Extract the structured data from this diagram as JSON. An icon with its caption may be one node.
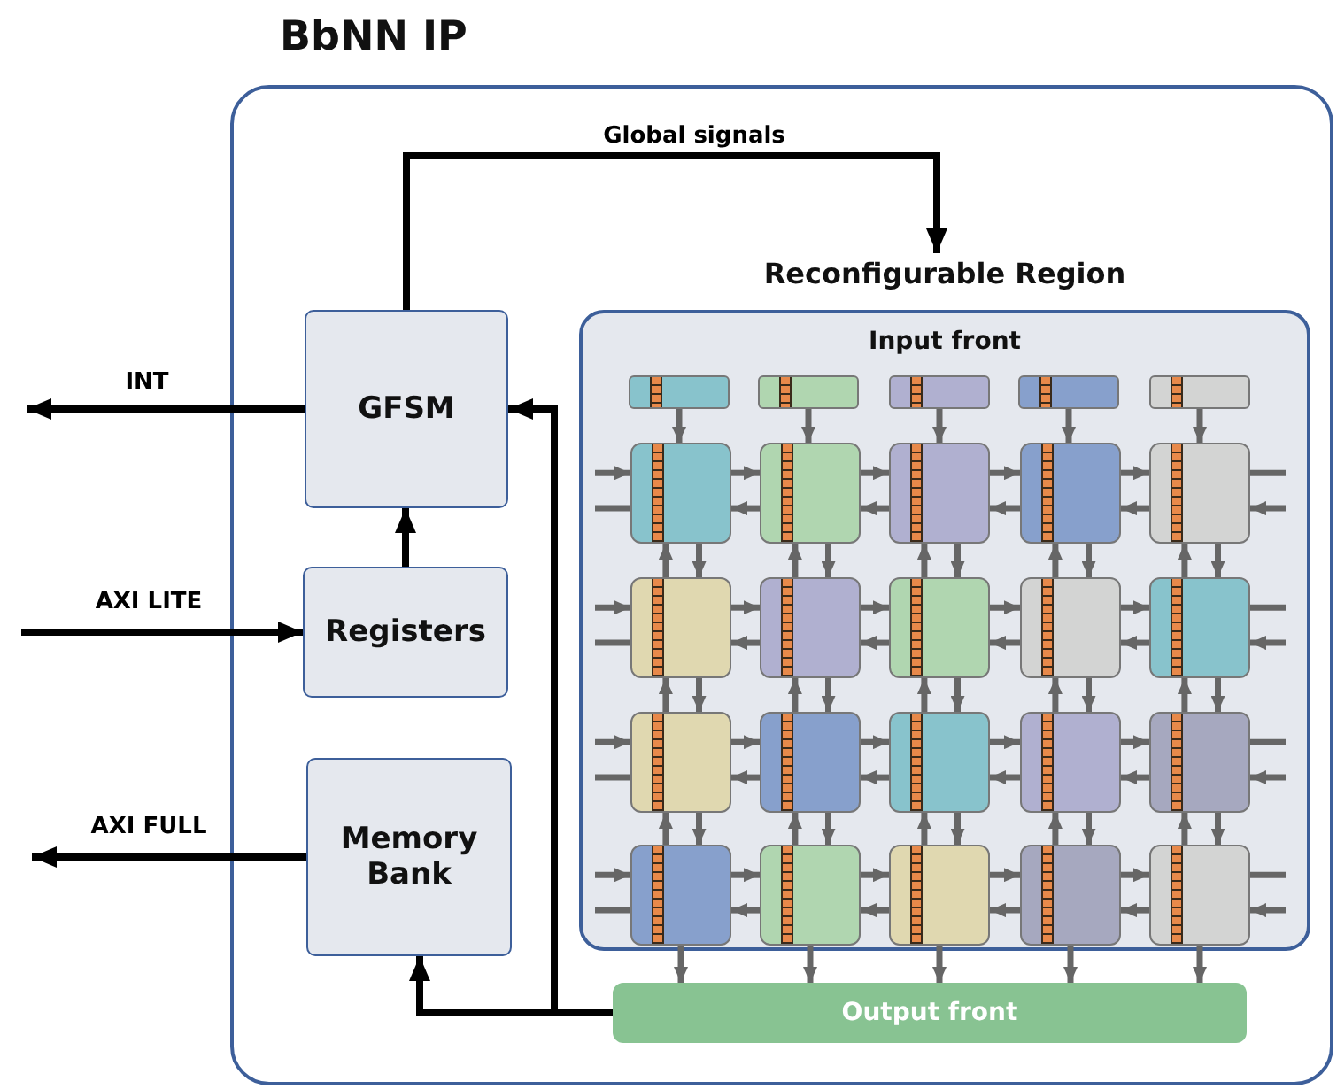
{
  "diagram": {
    "nodes": [
      {
        "text": [
          "BbNN IP"
        ]
      },
      {
        "text": [
          "GFSM"
        ],
        "in": 0
      },
      {
        "text": [
          "Registers"
        ],
        "in": 0
      },
      {
        "text": [
          "Memory Bank"
        ],
        "in": 0
      },
      {
        "text": [
          "Reconfigurable Region"
        ],
        "in": 0
      },
      {
        "text": [],
        "shape": "bar",
        "in": 4
      },
      {
        "text": [],
        "shape": "bar",
        "in": 4
      },
      {
        "text": [],
        "shape": "bar",
        "in": 4
      },
      {
        "text": [],
        "shape": "bar",
        "in": 4
      },
      {
        "text": [],
        "shape": "bar",
        "in": 4
      },
      {
        "text": [],
        "shape": "box",
        "in": 4
      },
      {
        "text": [],
        "shape": "box",
        "in": 4
      },
      {
        "text": [],
        "shape": "box",
        "in": 4
      },
      {
        "text": [],
        "shape": "box",
        "in": 4
      },
      {
        "text": [],
        "shape": "box",
        "in": 4
      },
      {
        "text": [],
        "shape": "box",
        "in": 4
      },
      {
        "text": [],
        "shape": "box",
        "in": 4
      },
      {
        "text": [],
        "shape": "box",
        "in": 4
      },
      {
        "text": [],
        "shape": "box",
        "in": 4
      },
      {
        "text": [],
        "shape": "box",
        "in": 4
      },
      {
        "text": [],
        "shape": "box",
        "in": 4
      },
      {
        "text": [],
        "shape": "box",
        "in": 4
      },
      {
        "text": [],
        "shape": "box",
        "in": 4
      },
      {
        "text": [],
        "shape": "box",
        "in": 4
      },
      {
        "text": [],
        "shape": "box",
        "in": 4
      },
      {
        "text": [],
        "shape": "box",
        "in": 4
      },
      {
        "text": [],
        "shape": "box",
        "in": 4
      },
      {
        "text": [],
        "shape": "box",
        "in": 4
      },
      {
        "text": [],
        "shape": "box",
        "in": 4
      },
      {
        "text": [],
        "shape": "box",
        "in": 4
      },
      {
        "text": [
          "Output front"
        ],
        "in": 0
      }
    ],
    "edges": [
      {
        "from": 1,
        "to": null,
        "arrow": "to",
        "label": "INT",
        "color": "#000000"
      },
      {
        "from": null,
        "to": 2,
        "arrow": "to",
        "label": "AXI LITE",
        "color": "#000000"
      },
      {
        "from": 3,
        "to": null,
        "arrow": "to",
        "label": "AXI FULL",
        "color": "#000000"
      },
      {
        "from": 2,
        "to": 1,
        "arrow": "to",
        "color": "#000000"
      },
      {
        "from": 1,
        "to": 4,
        "arrow": "to",
        "label": "Global signals",
        "color": "#000000"
      },
      {
        "from": 30,
        "to": 1,
        "arrow": "to",
        "color": "#000000"
      },
      {
        "from": 30,
        "to": 3,
        "arrow": "to",
        "color": "#000000"
      },
      {
        "from": 5,
        "to": 10,
        "arrow": "to"
      },
      {
        "from": 6,
        "to": 11,
        "arrow": "to"
      },
      {
        "from": 7,
        "to": 12,
        "arrow": "to"
      },
      {
        "from": 8,
        "to": 13,
        "arrow": "to"
      },
      {
        "from": 9,
        "to": 14,
        "arrow": "to"
      },
      {
        "from": null,
        "to": 10,
        "arrow": "to"
      },
      {
        "from": 10,
        "to": null,
        "arrow": "none"
      },
      {
        "from": 10,
        "to": 11,
        "arrow": "to"
      },
      {
        "from": 11,
        "to": 10,
        "arrow": "to"
      },
      {
        "from": 11,
        "to": 12,
        "arrow": "to"
      },
      {
        "from": 12,
        "to": 11,
        "arrow": "to"
      },
      {
        "from": 12,
        "to": 13,
        "arrow": "to"
      },
      {
        "from": 13,
        "to": 12,
        "arrow": "to"
      },
      {
        "from": 13,
        "to": 14,
        "arrow": "to"
      },
      {
        "from": 14,
        "to": 13,
        "arrow": "to"
      },
      {
        "from": 14,
        "to": null,
        "arrow": "none"
      },
      {
        "from": null,
        "to": 14,
        "arrow": "to"
      },
      {
        "from": null,
        "to": 15,
        "arrow": "to"
      },
      {
        "from": 15,
        "to": null,
        "arrow": "none"
      },
      {
        "from": 15,
        "to": 16,
        "arrow": "to"
      },
      {
        "from": 16,
        "to": 15,
        "arrow": "to"
      },
      {
        "from": 16,
        "to": 17,
        "arrow": "to"
      },
      {
        "from": 17,
        "to": 16,
        "arrow": "to"
      },
      {
        "from": 17,
        "to": 18,
        "arrow": "to"
      },
      {
        "from": 18,
        "to": 17,
        "arrow": "to"
      },
      {
        "from": 18,
        "to": 19,
        "arrow": "to"
      },
      {
        "from": 19,
        "to": 18,
        "arrow": "to"
      },
      {
        "from": 19,
        "to": null,
        "arrow": "none"
      },
      {
        "from": null,
        "to": 19,
        "arrow": "to"
      },
      {
        "from": null,
        "to": 20,
        "arrow": "to"
      },
      {
        "from": 20,
        "to": null,
        "arrow": "none"
      },
      {
        "from": 20,
        "to": 21,
        "arrow": "to"
      },
      {
        "from": 21,
        "to": 20,
        "arrow": "to"
      },
      {
        "from": 21,
        "to": 22,
        "arrow": "to"
      },
      {
        "from": 22,
        "to": 21,
        "arrow": "to"
      },
      {
        "from": 22,
        "to": 23,
        "arrow": "to"
      },
      {
        "from": 23,
        "to": 22,
        "arrow": "to"
      },
      {
        "from": 23,
        "to": 24,
        "arrow": "to"
      },
      {
        "from": 24,
        "to": 23,
        "arrow": "to"
      },
      {
        "from": 24,
        "to": null,
        "arrow": "none"
      },
      {
        "from": null,
        "to": 24,
        "arrow": "to"
      },
      {
        "from": null,
        "to": 25,
        "arrow": "to"
      },
      {
        "from": 25,
        "to": null,
        "arrow": "none"
      },
      {
        "from": 25,
        "to": 26,
        "arrow": "to"
      },
      {
        "from": 26,
        "to": 25,
        "arrow": "to"
      },
      {
        "from": 26,
        "to": 27,
        "arrow": "to"
      },
      {
        "from": 27,
        "to": 26,
        "arrow": "to"
      },
      {
        "from": 27,
        "to": 28,
        "arrow": "to"
      },
      {
        "from": 28,
        "to": 27,
        "arrow": "to"
      },
      {
        "from": 28,
        "to": 29,
        "arrow": "to"
      },
      {
        "from": 29,
        "to": 28,
        "arrow": "to"
      },
      {
        "from": 29,
        "to": null,
        "arrow": "none"
      },
      {
        "from": null,
        "to": 29,
        "arrow": "to"
      },
      {
        "from": 15,
        "to": 10,
        "arrow": "to"
      },
      {
        "from": 10,
        "to": 15,
        "arrow": "to"
      },
      {
        "from": 16,
        "to": 11,
        "arrow": "to"
      },
      {
        "from": 11,
        "to": 16,
        "arrow": "to"
      },
      {
        "from": 17,
        "to": 12,
        "arrow": "to"
      },
      {
        "from": 12,
        "to": 17,
        "arrow": "to"
      },
      {
        "from": 18,
        "to": 13,
        "arrow": "to"
      },
      {
        "from": 13,
        "to": 18,
        "arrow": "to"
      },
      {
        "from": 19,
        "to": 14,
        "arrow": "to"
      },
      {
        "from": 14,
        "to": 19,
        "arrow": "to"
      },
      {
        "from": 20,
        "to": 15,
        "arrow": "to"
      },
      {
        "from": 15,
        "to": 20,
        "arrow": "to"
      },
      {
        "from": 21,
        "to": 16,
        "arrow": "to"
      },
      {
        "from": 16,
        "to": 21,
        "arrow": "to"
      },
      {
        "from": 22,
        "to": 17,
        "arrow": "to"
      },
      {
        "from": 17,
        "to": 22,
        "arrow": "to"
      },
      {
        "from": 23,
        "to": 18,
        "arrow": "to"
      },
      {
        "from": 18,
        "to": 23,
        "arrow": "to"
      },
      {
        "from": 24,
        "to": 19,
        "arrow": "to"
      },
      {
        "from": 19,
        "to": 24,
        "arrow": "to"
      },
      {
        "from": 25,
        "to": 20,
        "arrow": "to"
      },
      {
        "from": 20,
        "to": 25,
        "arrow": "to"
      },
      {
        "from": 26,
        "to": 21,
        "arrow": "to"
      },
      {
        "from": 21,
        "to": 26,
        "arrow": "to"
      },
      {
        "from": 27,
        "to": 22,
        "arrow": "to"
      },
      {
        "from": 22,
        "to": 27,
        "arrow": "to"
      },
      {
        "from": 28,
        "to": 23,
        "arrow": "to"
      },
      {
        "from": 23,
        "to": 28,
        "arrow": "to"
      },
      {
        "from": 29,
        "to": 24,
        "arrow": "to"
      },
      {
        "from": 24,
        "to": 29,
        "arrow": "to"
      },
      {
        "from": 25,
        "to": 30,
        "arrow": "to"
      },
      {
        "from": 26,
        "to": 30,
        "arrow": "to"
      },
      {
        "from": 27,
        "to": 30,
        "arrow": "to"
      },
      {
        "from": 28,
        "to": 30,
        "arrow": "to"
      },
      {
        "from": 29,
        "to": 30,
        "arrow": "to"
      }
    ],
    "labels": [
      "Input front"
    ]
  }
}
